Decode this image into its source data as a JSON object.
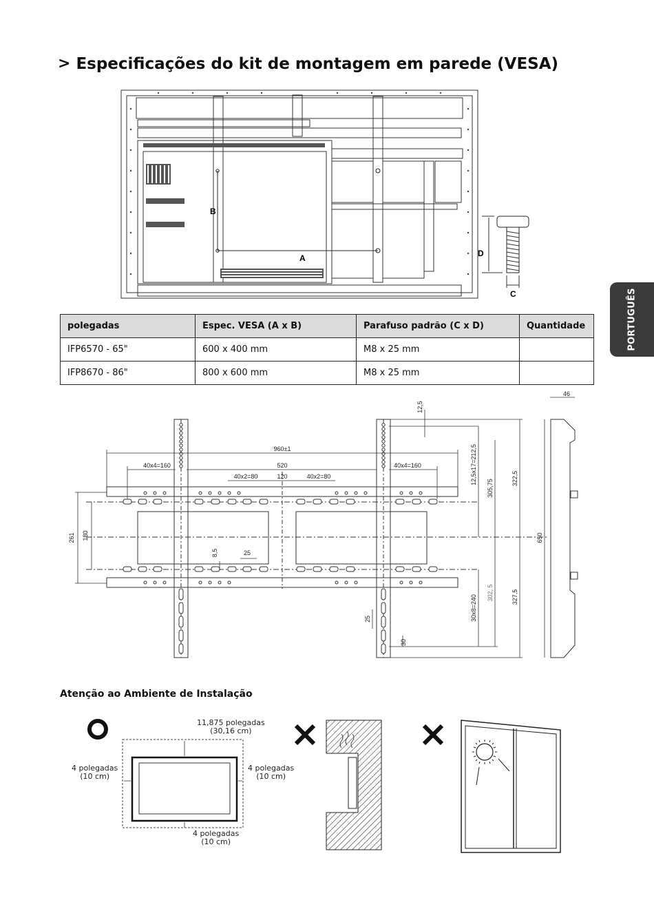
{
  "title": "Especificações do kit de montagem em parede (VESA)",
  "side_tab": "PORTUGUÊS",
  "top_diagram": {
    "label_a": "A",
    "label_b": "B",
    "label_c": "C",
    "label_d": "D"
  },
  "table": {
    "headers": [
      "polegadas",
      "Espec. VESA (A x B)",
      "Parafuso padrão (C x D)",
      "Quantidade"
    ],
    "rows": [
      [
        "IFP6570 - 65\"",
        "600 x 400 mm",
        "M8 x 25 mm",
        ""
      ],
      [
        "IFP8670 - 86\"",
        "800 x 600 mm",
        "M8 x 25 mm",
        ""
      ]
    ]
  },
  "bracket": {
    "d_960": "960±1",
    "d_40x4a": "40x4=160",
    "d_520": "520",
    "d_40x4b": "40x4=160",
    "d_40x2a": "40x2=80",
    "d_120": "120",
    "d_40x2b": "40x2=80",
    "d_12_5": "12,5",
    "d_12_5x17": "12,5x17=212,5",
    "d_305": "305,75",
    "d_322": "322,5",
    "d_46": "46",
    "d_650": "650",
    "d_261": "261",
    "d_180": "180",
    "d_8_5": "8,5",
    "d_25a": "25",
    "d_30x8": "30x8=240",
    "d_302": "302, 5",
    "d_327": "327,5",
    "d_25b": "25",
    "d_30": "30"
  },
  "env": {
    "heading": "Atenção ao Ambiente de Instalação",
    "top1": "11,875 polegadas",
    "top2": "(30,16 cm)",
    "left1": "4 polegadas",
    "left2": "(10 cm)",
    "right1": "4 polegadas",
    "right2": "(10 cm)",
    "bottom1": "4 polegadas",
    "bottom2": "(10 cm)"
  }
}
